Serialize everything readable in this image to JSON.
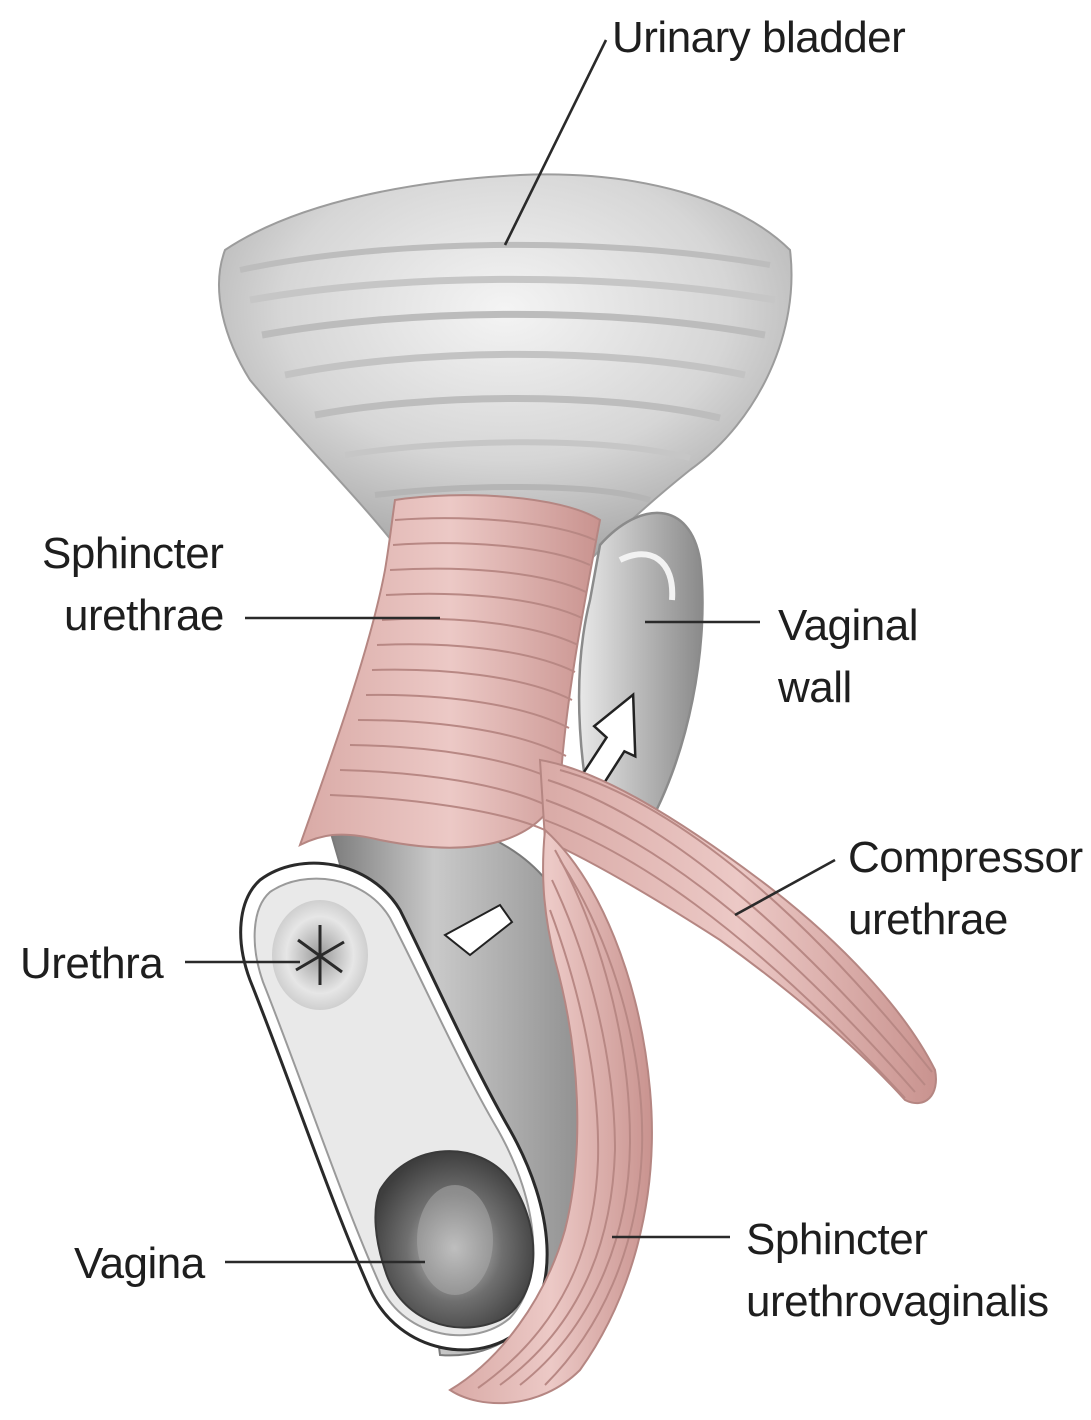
{
  "labels": {
    "urinary_bladder": "Urinary bladder",
    "sphincter_urethrae": [
      "Sphincter",
      "urethrae"
    ],
    "vaginal_wall": [
      "Vaginal",
      "wall"
    ],
    "compressor_urethrae": [
      "Compressor",
      "urethrae"
    ],
    "urethra": "Urethra",
    "vagina": "Vagina",
    "sphincter_urethrovaginalis": [
      "Sphincter",
      "urethrovaginalis"
    ]
  },
  "colors": {
    "background": "#ffffff",
    "muscle": "#e2b9b5",
    "muscle_stripe": "#b88884",
    "tissue": "#c4c4c4",
    "tissue_dark": "#8f8f8f",
    "text": "#1e1e1e"
  }
}
